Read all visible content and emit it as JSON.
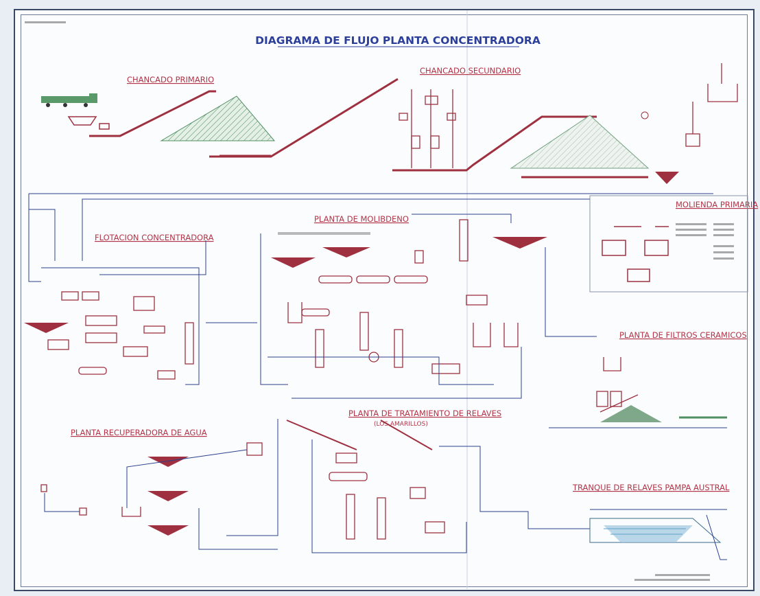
{
  "title": "DIAGRAMA DE FLUJO PLANTA CONCENTRADORA",
  "sections": {
    "chancado_primario": "CHANCADO PRIMARIO",
    "chancado_secundario": "CHANCADO SECUNDARIO",
    "flotacion": "FLOTACION CONCENTRADORA",
    "molibdeno": "PLANTA DE MOLIBDENO",
    "molienda": "MOLIENDA PRIMARIA",
    "filtros": "PLANTA DE FILTROS CERAMICOS",
    "relaves": "PLANTA DE TRATAMIENTO DE RELAVES",
    "relaves_sub": "(LOS AMARILLOS)",
    "agua": "PLANTA RECUPERADORA DE AGUA",
    "tranque": "TRANQUE DE RELAVES PAMPA AUSTRAL"
  },
  "colors": {
    "equipment": "#9e3040",
    "pipe": "#2b3f8f",
    "pile": "#4f8f63",
    "sheet": "#fbfcfe"
  }
}
